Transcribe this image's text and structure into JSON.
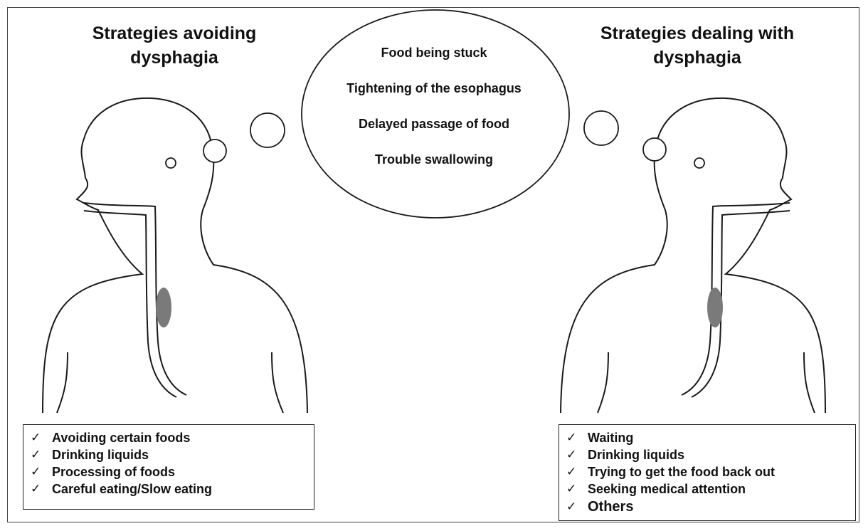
{
  "left_panel": {
    "title": "Strategies avoiding dysphagia",
    "items": [
      {
        "text": "Avoiding certain foods"
      },
      {
        "text": "Drinking liquids"
      },
      {
        "text": "Processing of foods"
      },
      {
        "text": "Careful eating/Slow eating"
      }
    ]
  },
  "right_panel": {
    "title": "Strategies dealing with dysphagia",
    "items": [
      {
        "text": "Waiting"
      },
      {
        "text": "Drinking liquids"
      },
      {
        "text": "Trying to get the food back out"
      },
      {
        "text": "Seeking medical attention"
      },
      {
        "text": "Others"
      }
    ]
  },
  "thought_bubble": {
    "symptoms": [
      "Food being stuck",
      "Tightening of the esophagus",
      "Delayed passage of food",
      "Trouble swallowing"
    ]
  },
  "check_mark": "✓",
  "colors": {
    "outline": "#1a1a1a",
    "lesion": "#7a7a7a"
  }
}
